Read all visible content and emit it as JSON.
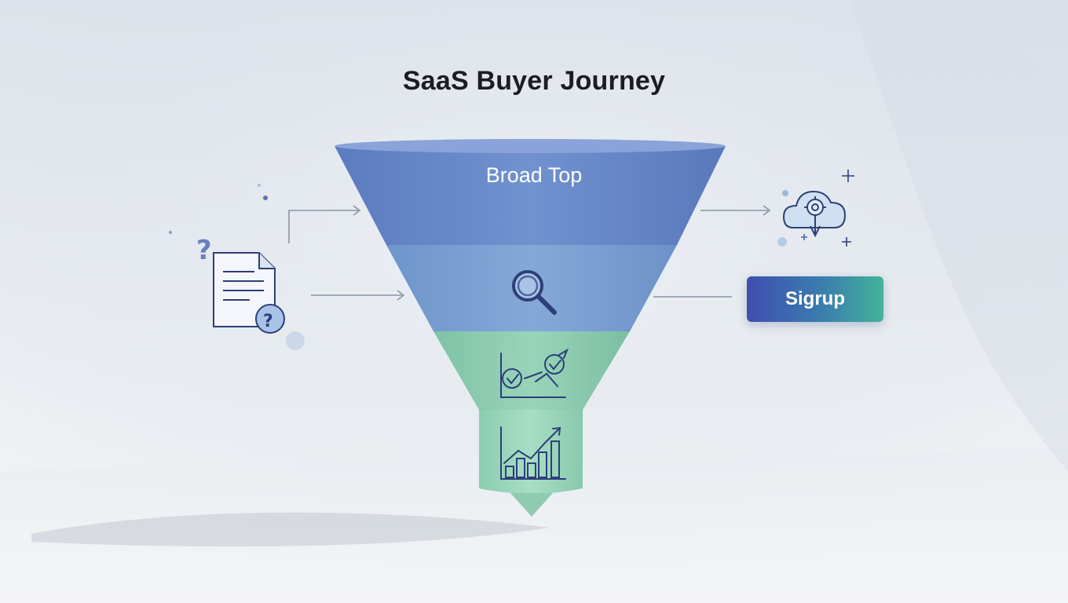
{
  "diagram": {
    "title": "SaaS Buyer Journey",
    "funnel_top_label": "Broad Top",
    "signup_button_label": "Sigrup"
  },
  "icons": {
    "left": "document-question-icon",
    "stage_2": "magnifier-icon",
    "stage_3": "checkmark-growth-icon",
    "stage_4": "bar-chart-trend-icon",
    "right": "cloud-gear-icon"
  },
  "colors": {
    "stage_1": "#6a8bc8",
    "stage_2": "#7ba3d4",
    "stage_3": "#8fcfb0",
    "stage_4": "#9dd9bc",
    "icon_stroke": "#2c3f7a",
    "button_gradient_start": "#3f4fb0",
    "button_gradient_end": "#44b39a"
  }
}
